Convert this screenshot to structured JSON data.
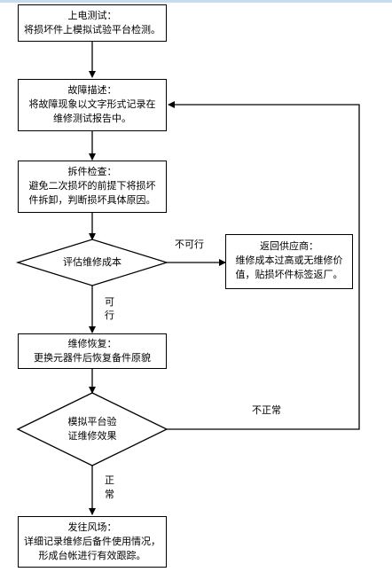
{
  "nodes": {
    "power_test": {
      "title": "上电测试：",
      "desc": "将损坏件上模拟试验平台检测。"
    },
    "fault_desc": {
      "title": "故障描述：",
      "desc1": "将故障现象以文字形式记录在",
      "desc2": "维修测试报告中。"
    },
    "disassembly": {
      "title": "拆件检查：",
      "desc1": "避免二次损坏的前提下将损坏",
      "desc2": "件拆卸，判断损坏具体原因。"
    },
    "evaluate_cost": {
      "label": "评估维修成本"
    },
    "return_supplier": {
      "title": "返回供应商：",
      "desc1": "维修成本过高或无维修价",
      "desc2": "值，贴损坏件标签返厂。"
    },
    "repair": {
      "title": "维修恢复：",
      "desc": "更换元器件后恢复备件原貌"
    },
    "simulate_verify": {
      "label1": "模拟平台验",
      "label2": "证维修效果"
    },
    "ship_to_site": {
      "title": "发往风场：",
      "desc1": "详细记录维修后备件使用情况，",
      "desc2": "形成台帐进行有效跟踪。"
    }
  },
  "edges": {
    "not_feasible": "不可行",
    "feasible_1": "可",
    "feasible_2": "行",
    "abnormal": "不正常",
    "normal_1": "正",
    "normal_2": "常"
  }
}
